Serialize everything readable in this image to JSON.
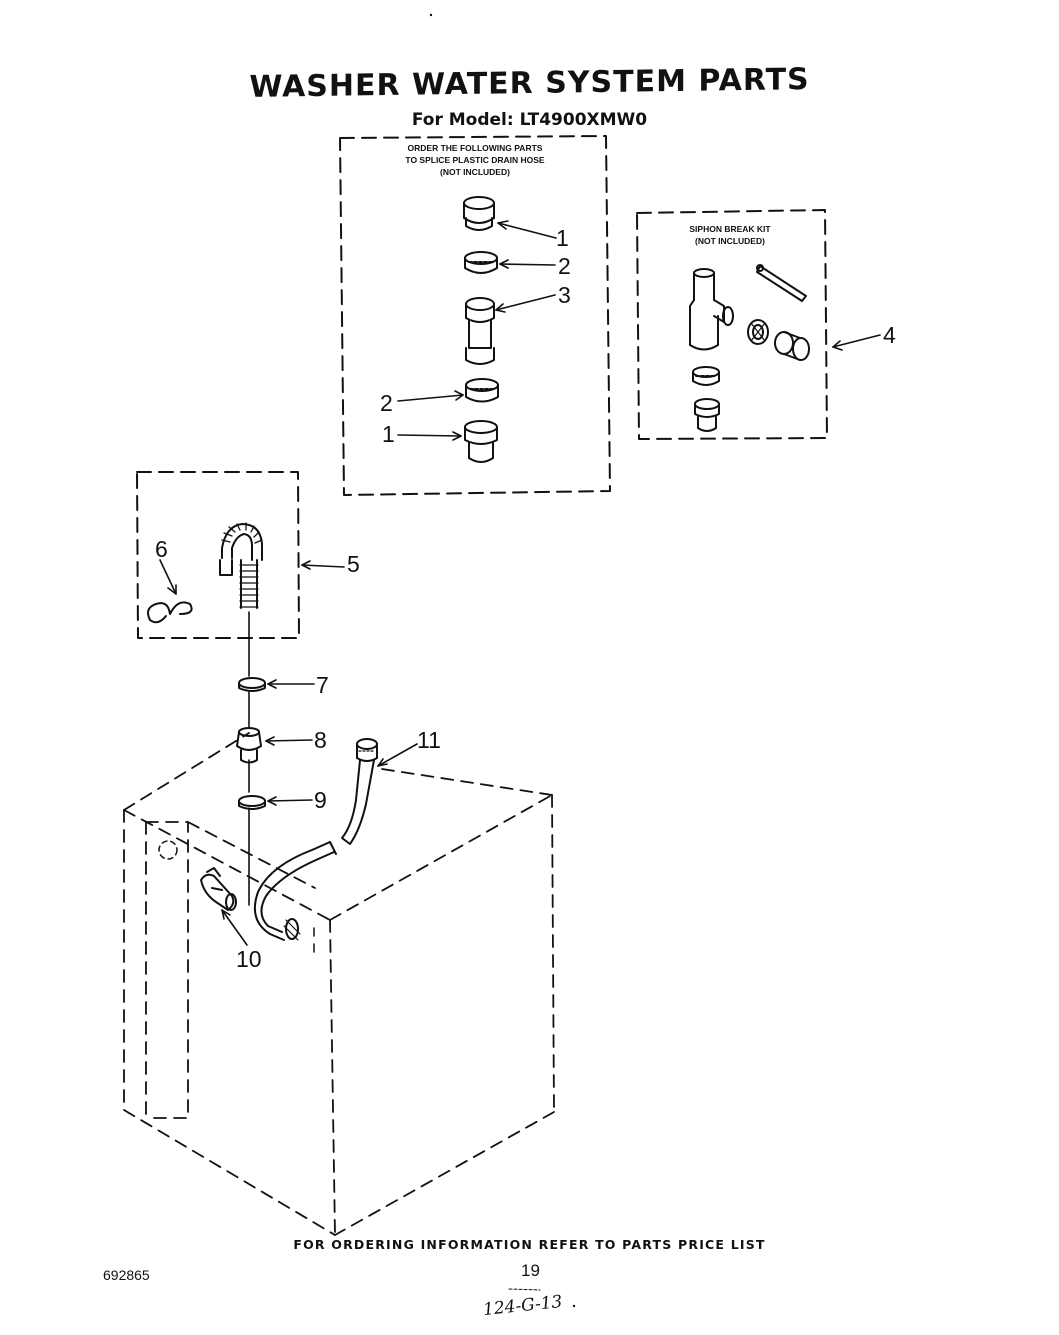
{
  "header": {
    "title": "WASHER WATER SYSTEM PARTS",
    "subtitle": "For Model: LT4900XMW0"
  },
  "boxes": {
    "splice_note_lines": [
      "ORDER THE FOLLOWING PARTS",
      "TO SPLICE PLASTIC DRAIN HOSE",
      "(NOT INCLUDED)"
    ],
    "siphon_note_lines": [
      "SIPHON BREAK KIT",
      "(NOT INCLUDED)"
    ]
  },
  "callouts": {
    "splice_top_1": "1",
    "splice_top_2": "2",
    "splice_coupling_3": "3",
    "splice_bottom_2": "2",
    "splice_bottom_1": "1",
    "siphon_kit_4": "4",
    "drain_hose_5": "5",
    "hose_clip_6": "6",
    "clamp_7": "7",
    "adapter_8": "8",
    "clamp_9": "9",
    "pump_fitting_10": "10",
    "inlet_hose_11": "11"
  },
  "footer": {
    "ordering_info": "FOR ORDERING INFORMATION REFER TO PARTS PRICE LIST",
    "doc_number": "692865",
    "page_number": "19",
    "handwritten_date": "124-G-13"
  }
}
